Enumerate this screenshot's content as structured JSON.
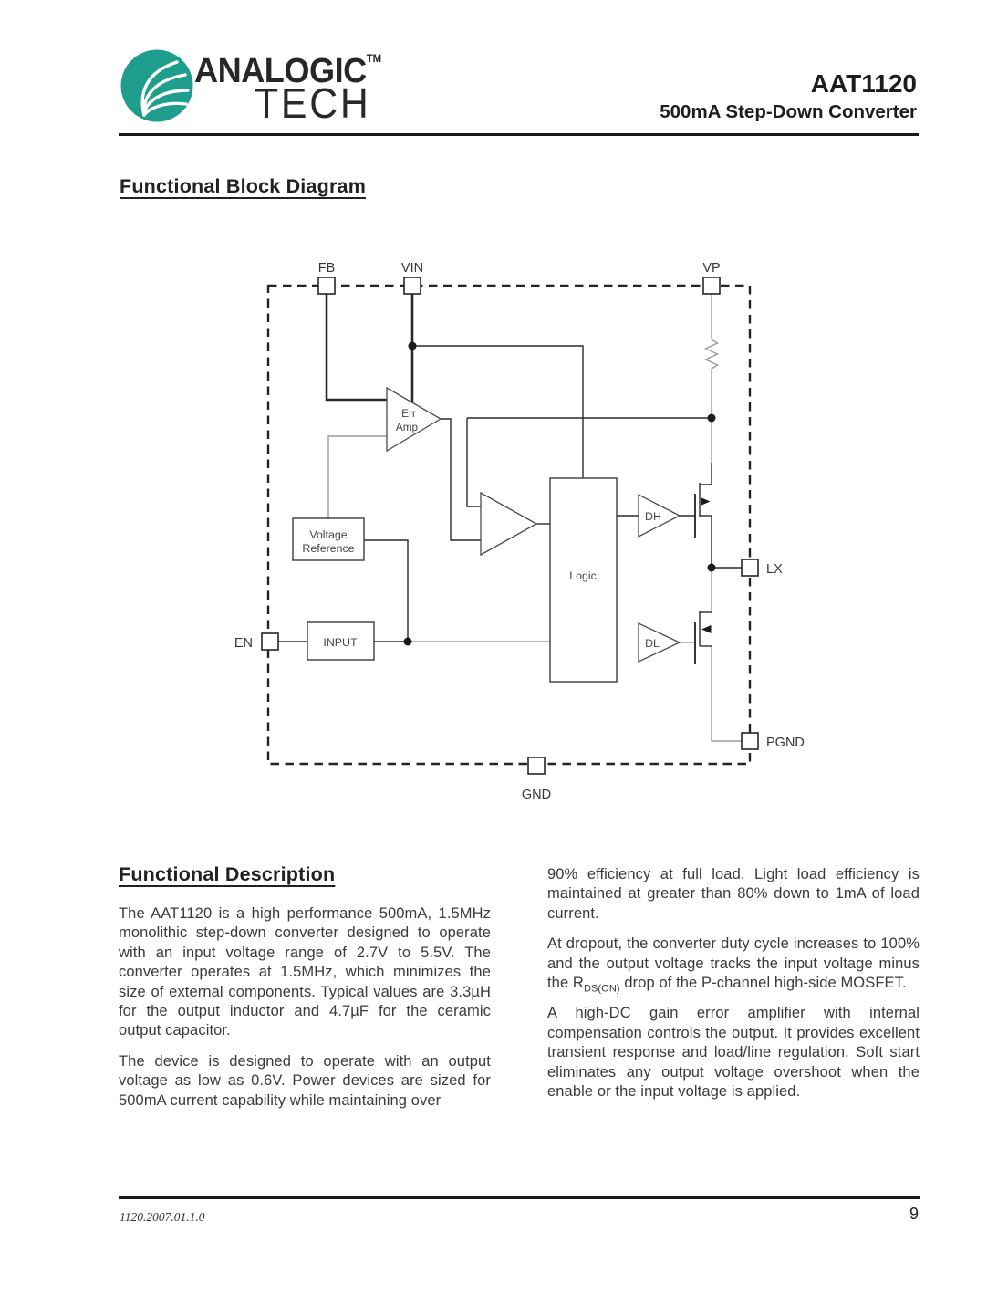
{
  "header": {
    "logo": {
      "line1": "ANALOGIC",
      "line2": "TECH",
      "trademark": "TM",
      "circle_color": "#1f9e8e"
    },
    "part_number": "AAT1120",
    "subtitle": "500mA Step-Down Converter"
  },
  "block_diagram": {
    "title": "Functional Block Diagram",
    "pins": {
      "fb": "FB",
      "vin": "VIN",
      "vp": "VP",
      "en": "EN",
      "lx": "LX",
      "pgnd": "PGND",
      "gnd": "GND"
    },
    "blocks": {
      "err_amp_line1": "Err",
      "err_amp_line2": "Amp",
      "voltage_reference_line1": "Voltage",
      "voltage_reference_line2": "Reference",
      "input": "INPUT",
      "logic": "Logic",
      "dh": "DH",
      "dl": "DL"
    }
  },
  "description": {
    "title": "Functional Description",
    "left_paragraphs": [
      "The AAT1120 is a high performance 500mA, 1.5MHz monolithic step-down converter designed to operate with an input voltage range of 2.7V to 5.5V.  The converter operates at 1.5MHz, which minimizes the size of external components.  Typical values are 3.3µH for the output inductor and 4.7µF for the ceramic output capacitor.",
      "The device is designed to operate with an output voltage as low as 0.6V. Power devices are sized for 500mA current capability while maintaining over"
    ],
    "right_p1": "90% efficiency at full load. Light load efficiency is maintained at greater than 80% down to 1mA of load current.",
    "right_p2_before_sub": "At dropout, the converter duty cycle increases to 100% and the output voltage tracks the input voltage minus the R",
    "right_p2_sub": "DS(ON)",
    "right_p2_after_sub": " drop of the P-channel high-side MOSFET.",
    "right_p3": "A high-DC gain error amplifier with internal compensation controls the output.  It provides excellent transient response and load/line regulation.  Soft start eliminates any output voltage overshoot when the enable or the input voltage is applied."
  },
  "footer": {
    "doc_code": "1120.2007.01.1.0",
    "page_number": "9"
  }
}
